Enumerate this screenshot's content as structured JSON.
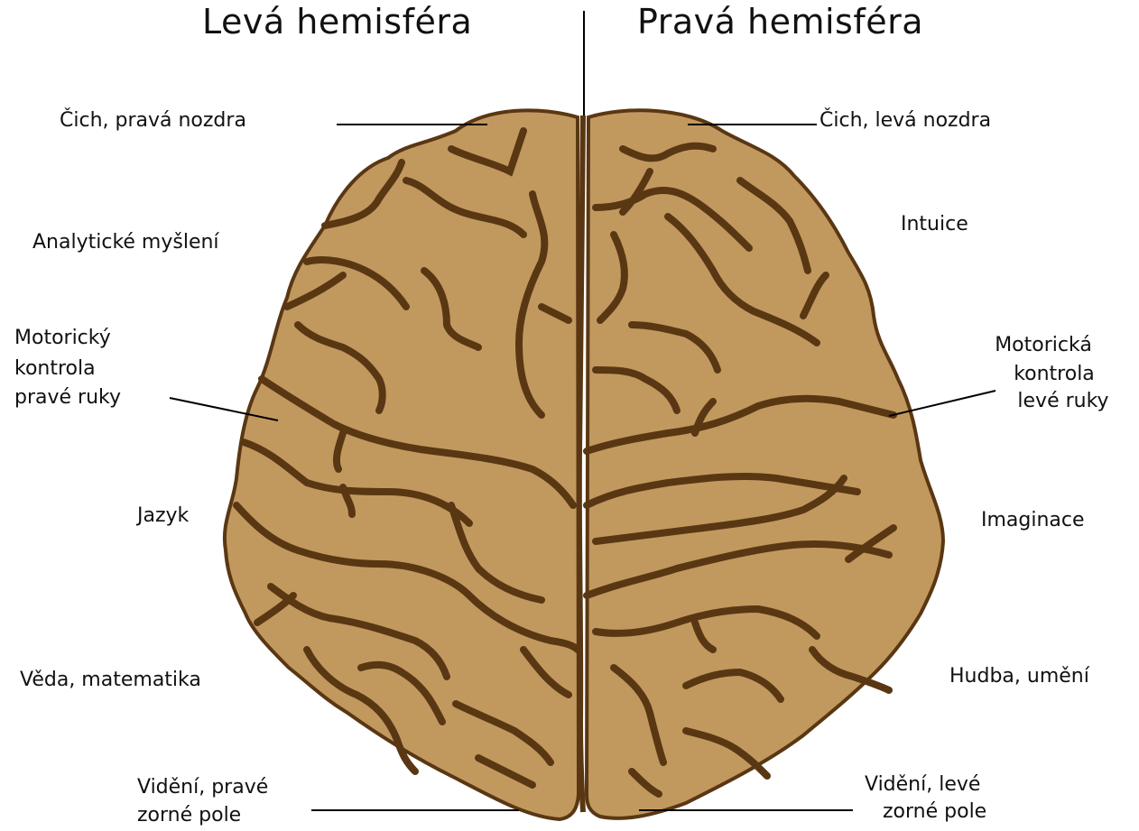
{
  "headers": {
    "left": "Levá hemisféra",
    "right": "Pravá hemisféra"
  },
  "left_labels": {
    "smell": "Čich, pravá nozdra",
    "analytic": "Analytické myšlení",
    "motor_l1": "Motorický",
    "motor_l2": "kontrola",
    "motor_l3": "pravé ruky",
    "language": "Jazyk",
    "science": "Věda, matematika",
    "vision_l1": "Vidění, pravé",
    "vision_l2": "zorné pole"
  },
  "right_labels": {
    "smell": "Čich, levá nozdra",
    "intuition": "Intuice",
    "motor_l1": "Motorická",
    "motor_l2": "kontrola",
    "motor_l3": "levé ruky",
    "imagination": "Imaginace",
    "art": "Hudba, umění",
    "vision_l1": "Vidění, levé",
    "vision_l2": "zorné pole"
  },
  "colors": {
    "brain_fill": "#c1995f",
    "brain_outline": "#5a3713",
    "sulci": "#5a3713",
    "leader_lines": "#000000"
  }
}
